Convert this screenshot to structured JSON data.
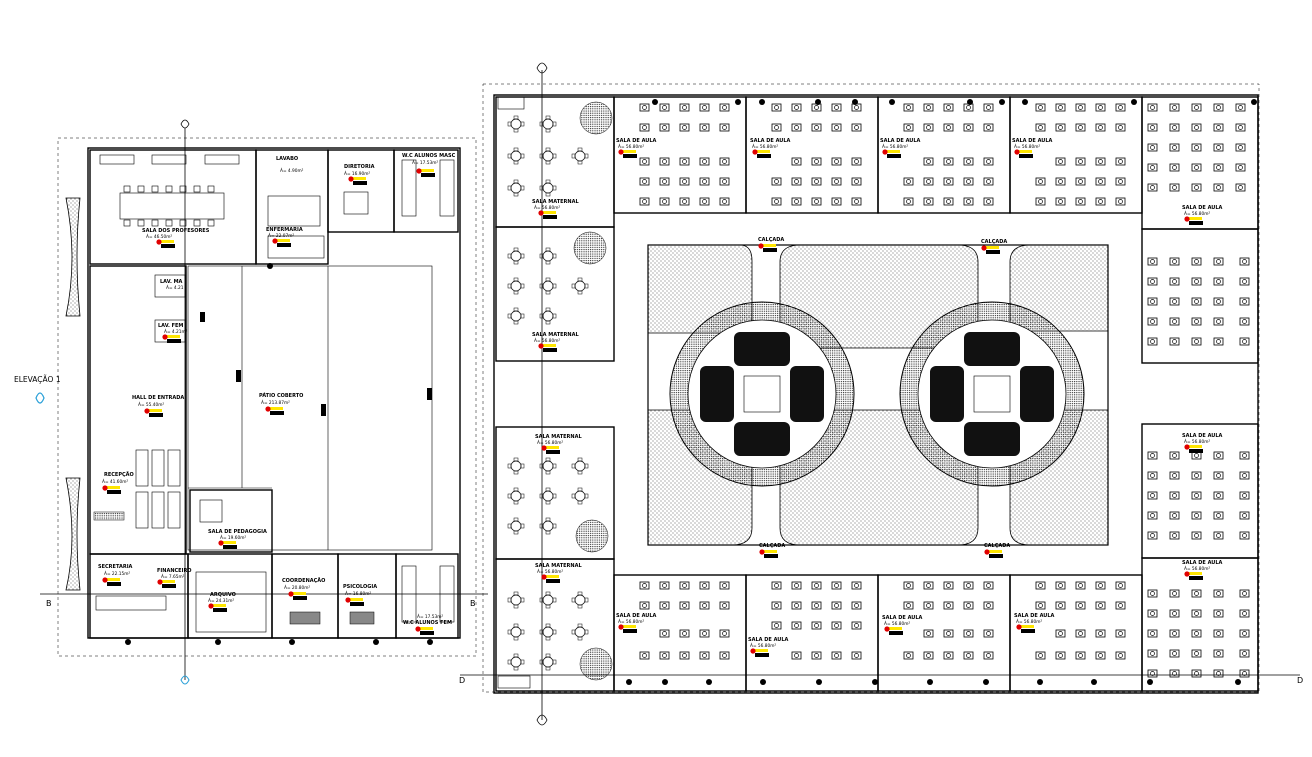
{
  "elevation_label": "ELEVAÇÃO 1",
  "grid_labels": {
    "b_left": "B",
    "b_right": "B",
    "d_left": "D",
    "d_right": "D"
  },
  "rooms_left": [
    {
      "name": "SALA DOS PROFESORES",
      "area": "Á= 46.50m²"
    },
    {
      "name": "LAVABO",
      "area": "Á= 4.90m²"
    },
    {
      "name": "DIRETORIA",
      "area": "Á= 16.90m²"
    },
    {
      "name": "W.C ALUNOS MASC",
      "area": "Á= 17.53m²"
    },
    {
      "name": "ENFERMARIA",
      "area": "Á= 22.07m²"
    },
    {
      "name": "LAV. MA",
      "area": "Á= 4.21"
    },
    {
      "name": "LAV. FEM",
      "area": "Á= 4.21m²"
    },
    {
      "name": "HALL DE ENTRADA",
      "area": "Á= 55.40m²"
    },
    {
      "name": "PÁTIO COBERTO",
      "area": "Á= 213.87m²"
    },
    {
      "name": "RECEPÇÃO",
      "area": "Á= 41.60m²"
    },
    {
      "name": "SALA DE PEDAGOGIA",
      "area": "Á= 19.60m²"
    },
    {
      "name": "SECRETARIA",
      "area": "Á= 22.15m²"
    },
    {
      "name": "FINANCEIRO",
      "area": "Á= 7.65m²"
    },
    {
      "name": "ARQUIVO",
      "area": "Á= 24.31m²"
    },
    {
      "name": "COORDENAÇÃO",
      "area": "Á= 20.80m²"
    },
    {
      "name": "PSICOLOGIA",
      "area": "Á= 16.80m²"
    },
    {
      "name": "W.C ALUNOS FEM",
      "area": "Á= 17.53m²"
    }
  ],
  "rooms_right": {
    "sala_aula": {
      "name": "SALA DE AULA",
      "area": "Á= 56.80m²"
    },
    "sala_maternal": {
      "name": "SALA MATERNAL",
      "area": "Á= 56.80m²"
    },
    "calcada": {
      "name": "CALÇADA"
    }
  }
}
